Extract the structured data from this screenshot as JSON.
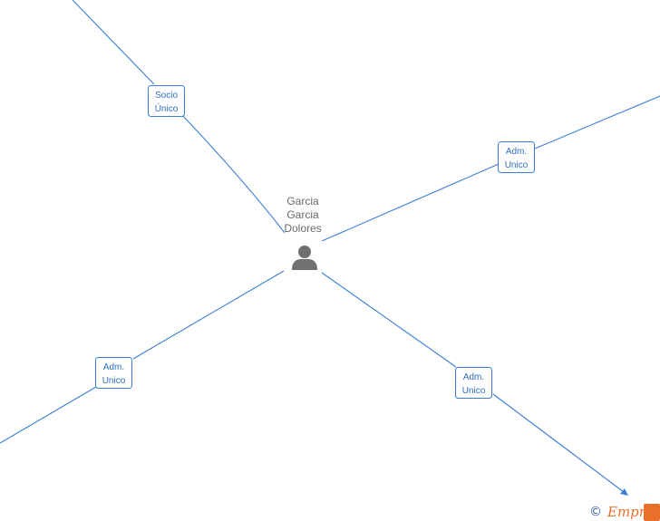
{
  "center_node": {
    "name_lines": [
      "Garcia",
      "Garcia",
      "Dolores"
    ],
    "icon": "person-icon"
  },
  "edges": [
    {
      "id": "edge-socio-unico",
      "label_lines": [
        "Socio",
        "Único"
      ],
      "arrow": false
    },
    {
      "id": "edge-adm-unico-right",
      "label_lines": [
        "Adm.",
        "Unico"
      ],
      "arrow": false
    },
    {
      "id": "edge-adm-unico-left",
      "label_lines": [
        "Adm.",
        "Unico"
      ],
      "arrow": false
    },
    {
      "id": "edge-adm-unico-bottom",
      "label_lines": [
        "Adm.",
        "Unico"
      ],
      "arrow": true
    }
  ],
  "watermark": {
    "copyright": "©",
    "brand_text": "Empre",
    "colors": {
      "brand_text": "#e8702a",
      "copyright": "#2d5f9e"
    }
  },
  "colors": {
    "edge": "#3a7fd5",
    "label_text": "#2f6fc4",
    "node_text": "#6b6b6b",
    "icon": "#707070",
    "background": "#ffffff"
  }
}
